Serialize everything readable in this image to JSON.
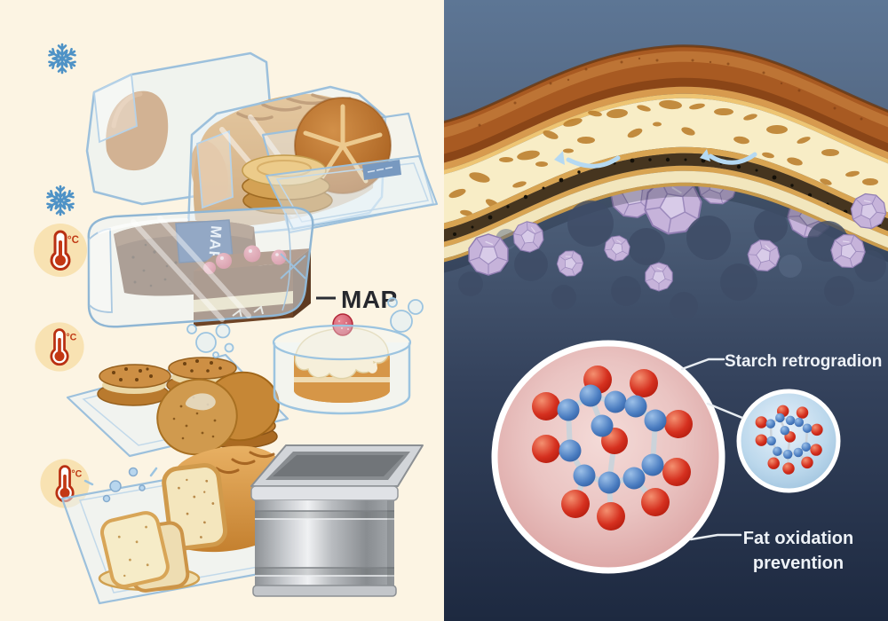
{
  "left_panel": {
    "background_color": "#fcf4e3",
    "snowflake_icon_count": 2,
    "temperature_badges": [
      {
        "unit": "°C"
      },
      {
        "unit": "°C"
      },
      {
        "unit": "°C"
      }
    ],
    "map_package_tag": "MAP",
    "map_callout_label": "MAP"
  },
  "right_panel": {
    "background_top_color": "#5d7695",
    "background_bottom_color": "#1d2940",
    "starch_label": "Starch retrogradion",
    "fat_label_line1": "Fat oxidation",
    "fat_label_line2": "prevention",
    "crystal_color": "#c6b3da",
    "starch_circle_color": "#e7b9b7",
    "fat_circle_color": "#bcd8ec",
    "atom_colors": {
      "carbon": "#3f72b5",
      "oxygen": "#d5301f"
    }
  }
}
